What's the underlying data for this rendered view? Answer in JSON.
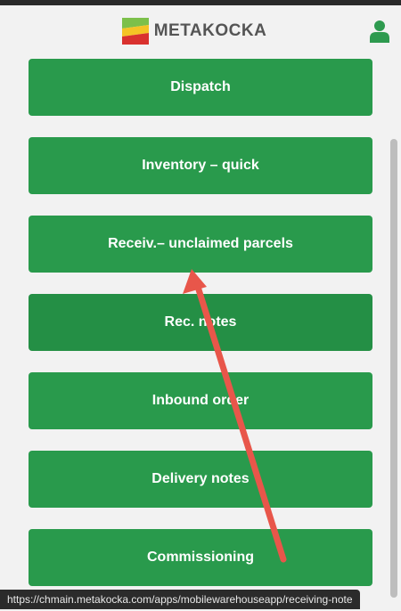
{
  "header": {
    "brand": "METAKOCKA",
    "logo_icon": "metakocka-logo-icon",
    "user_icon": "user-icon",
    "user_icon_color": "#2e9a4f"
  },
  "menu": {
    "accent_color": "#299a4c",
    "items": [
      {
        "label": "Dispatch"
      },
      {
        "label": "Inventory – quick"
      },
      {
        "label": "Receiv.– unclaimed parcels"
      },
      {
        "label": "Rec. notes"
      },
      {
        "label": "Inbound order"
      },
      {
        "label": "Delivery notes"
      },
      {
        "label": "Commissioning"
      }
    ]
  },
  "status_bar": {
    "url": "https://chmain.metakocka.com/apps/mobilewarehouseapp/receiving-note"
  },
  "annotation": {
    "arrow_color": "#e8564a"
  }
}
